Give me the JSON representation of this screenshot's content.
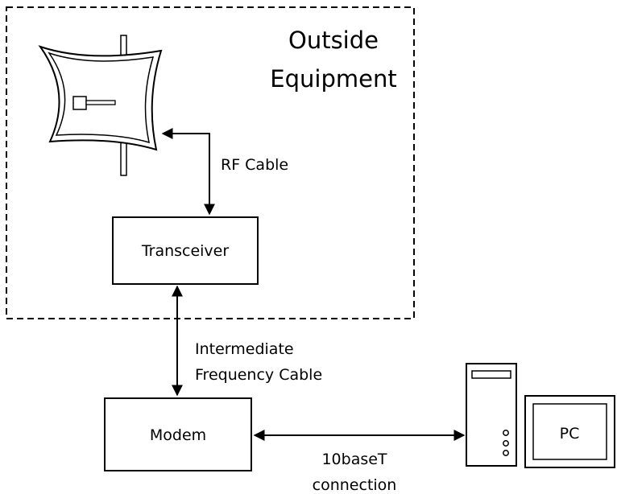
{
  "region": {
    "title_line1": "Outside",
    "title_line2": "Equipment"
  },
  "nodes": {
    "transceiver": "Transceiver",
    "modem": "Modem",
    "pc": "PC"
  },
  "links": {
    "rf_cable": "RF Cable",
    "if_cable_line1": "Intermediate",
    "if_cable_line2": "Frequency Cable",
    "lan_line1": "10baseT",
    "lan_line2": "connection"
  },
  "icons": [
    "dish-antenna-icon",
    "pc-tower-icon",
    "monitor-icon"
  ]
}
